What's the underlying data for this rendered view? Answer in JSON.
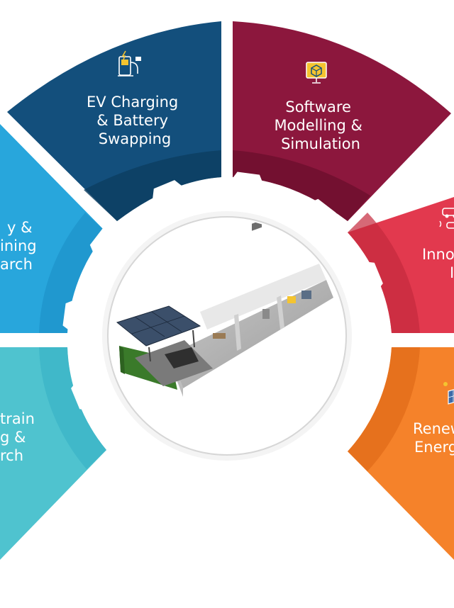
{
  "segments": [
    {
      "id": "ev-charging",
      "lines": [
        "EV Charging",
        "& Battery",
        "Swapping"
      ],
      "color": "#134f7c",
      "icon": "ev-charger-icon"
    },
    {
      "id": "software",
      "lines": [
        "Software",
        "Modelling &",
        "Simulation"
      ],
      "color": "#8c173d",
      "icon": "monitor-cube-icon"
    },
    {
      "id": "innovation",
      "lines": [
        "Inno",
        "I"
      ],
      "color": "#e2394e",
      "icon": "cars-wireless-icon"
    },
    {
      "id": "renewable",
      "lines": [
        "Renew",
        "Energ"
      ],
      "color": "#f5822a",
      "icon": "solar-panel-icon"
    },
    {
      "id": "powertrain",
      "lines": [
        "train",
        "g &",
        "rch"
      ],
      "color": "#4fc3cf",
      "icon": ""
    },
    {
      "id": "battery",
      "lines": [
        "y &",
        "ining",
        "arch"
      ],
      "color": "#28a6dc",
      "icon": ""
    }
  ],
  "colors": {
    "ring_shadow_dark": "#0d3d60",
    "gear_fill": "#ffffff",
    "center_border": "#d6d6d6"
  },
  "center": {
    "image": "ev-lab-facility-3d-render"
  }
}
